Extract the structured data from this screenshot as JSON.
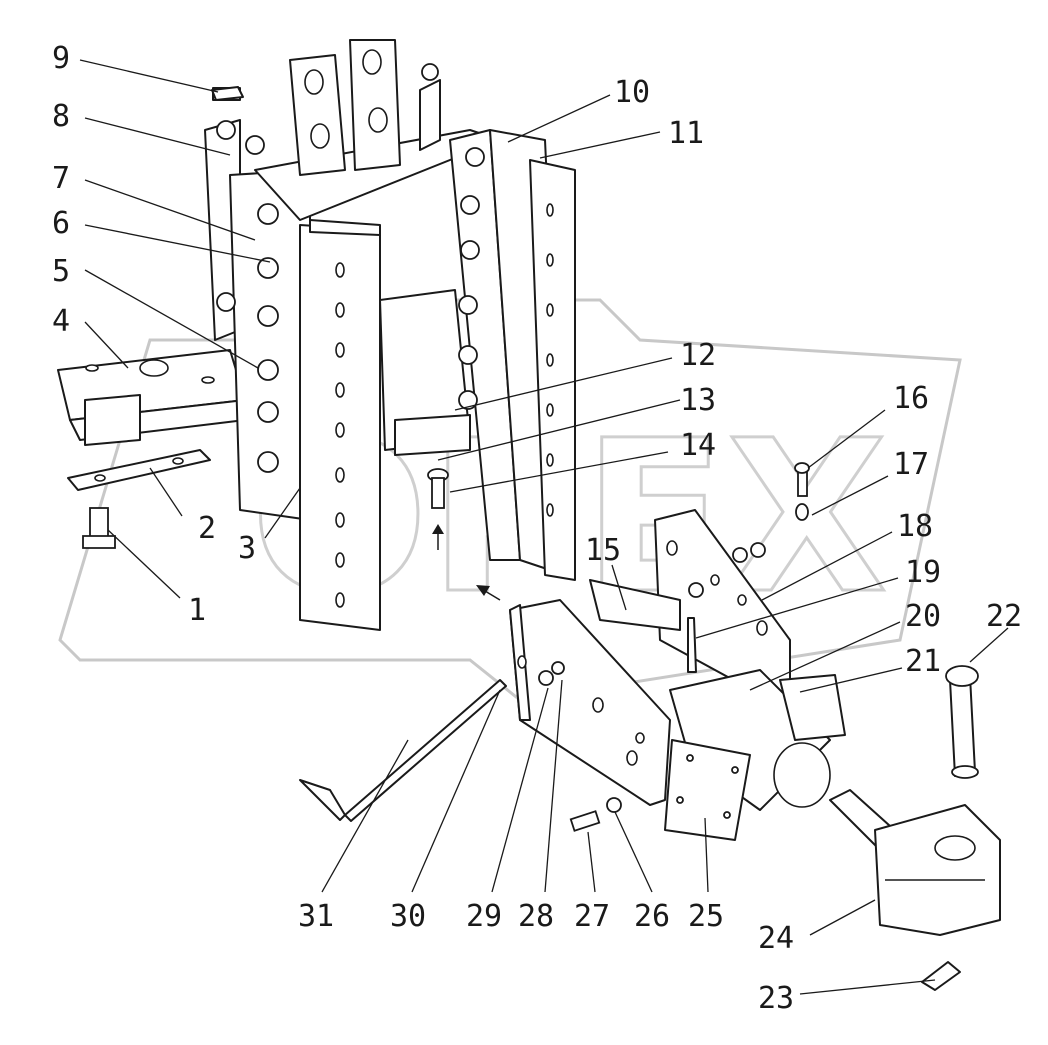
{
  "watermark": "OPEX",
  "callouts": [
    {
      "label": "1"
    },
    {
      "label": "2"
    },
    {
      "label": "3"
    },
    {
      "label": "4"
    },
    {
      "label": "5"
    },
    {
      "label": "6"
    },
    {
      "label": "7"
    },
    {
      "label": "8"
    },
    {
      "label": "9"
    },
    {
      "label": "10"
    },
    {
      "label": "11"
    },
    {
      "label": "12"
    },
    {
      "label": "13"
    },
    {
      "label": "14"
    },
    {
      "label": "15"
    },
    {
      "label": "16"
    },
    {
      "label": "17"
    },
    {
      "label": "18"
    },
    {
      "label": "19"
    },
    {
      "label": "20"
    },
    {
      "label": "21"
    },
    {
      "label": "22"
    },
    {
      "label": "23"
    },
    {
      "label": "24"
    },
    {
      "label": "25"
    },
    {
      "label": "26"
    },
    {
      "label": "27"
    },
    {
      "label": "28"
    },
    {
      "label": "29"
    },
    {
      "label": "30"
    },
    {
      "label": "31"
    }
  ]
}
